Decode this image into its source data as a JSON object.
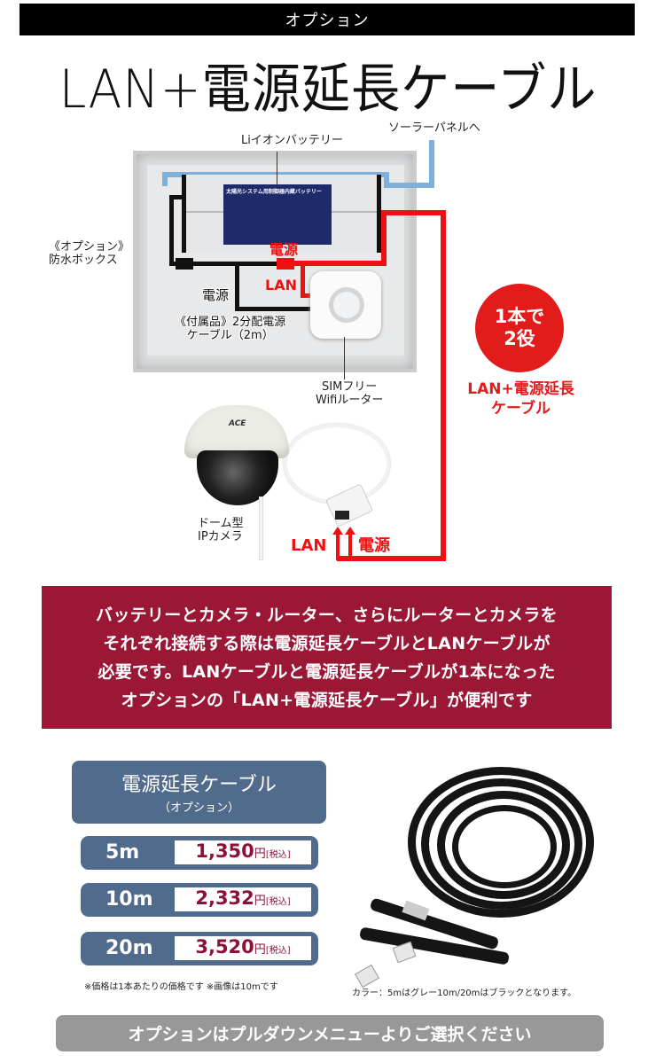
{
  "header": {
    "section_label": "オプション",
    "title": "LAN+電源延長ケーブル"
  },
  "diagram": {
    "labels": {
      "battery": "Liイオンバッテリー",
      "solar_panel": "ソーラーパネルへ",
      "option_box_line1": "《オプション》",
      "option_box_line2": "防水ボックス",
      "power_red": "電源",
      "lan_red": "LAN",
      "power_black": "電源",
      "accessory_line1": "《付属品》2分配電源",
      "accessory_line2": "ケーブル（2m）",
      "router_line1": "SIMフリー",
      "router_line2": "Wifiルーター",
      "camera_line1": "ドーム型",
      "camera_line2": "IPカメラ",
      "camera_brand": "ACE",
      "bottom_lan": "LAN",
      "bottom_power": "電源",
      "battery_label_title": "太陽光システム用制御器内蔵バッテリー"
    },
    "badge": {
      "line1": "1本で",
      "line2": "2役"
    },
    "badge_caption": {
      "line1": "LAN+電源延長",
      "line2": "ケーブル"
    },
    "colors": {
      "lan_power_line": "#ee1111",
      "power_line": "#111111",
      "solar_line": "#7fb0dc"
    }
  },
  "info": {
    "lines": [
      "バッテリーとカメラ・ルーター、さらにルーターとカメラを",
      "それぞれ接続する際は電源延長ケーブルとLANケーブルが",
      "必要です。LANケーブルと電源延長ケーブルが1本になった",
      "オプションの「LAN+電源延長ケーブル」が便利です"
    ],
    "background": "#9a1836"
  },
  "pricing": {
    "header_title": "電源延長ケーブル",
    "header_subtitle": "（オプション）",
    "rows": [
      {
        "length": "5m",
        "price": "1,350",
        "unit": "円",
        "tax": "[税込]"
      },
      {
        "length": "10m",
        "price": "2,332",
        "unit": "円",
        "tax": "[税込]"
      },
      {
        "length": "20m",
        "price": "3,520",
        "unit": "円",
        "tax": "[税込]"
      }
    ],
    "note": "※価格は1本あたりの価格です ※画像は10mです",
    "color_note": "カラー：5mはグレー10m/20mはブラックとなります。",
    "accent": "#516b8c",
    "price_color": "#8a1236"
  },
  "cta": {
    "label": "オプションはプルダウンメニューよりご選択ください"
  }
}
